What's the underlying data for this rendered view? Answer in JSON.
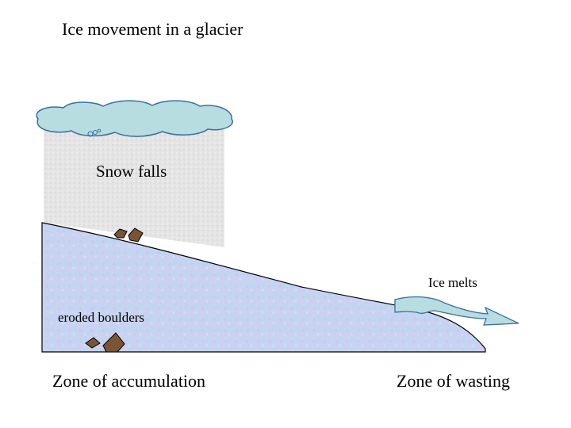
{
  "title": "Ice movement in a glacier",
  "labels": {
    "snow": "Snow falls",
    "melt": "Ice melts",
    "boulders": "eroded boulders",
    "zone_accumulation": "Zone of accumulation",
    "zone_wasting": "Zone of wasting"
  },
  "colors": {
    "cloud": "#b8dde0",
    "snow_column": "#e6e6e6",
    "ice": "#c8d4f0",
    "boulder": "#7a5535",
    "arrow": "#b8dde0"
  },
  "icons": [
    "cloud-icon",
    "boulder-icon",
    "melt-arrow-icon"
  ]
}
